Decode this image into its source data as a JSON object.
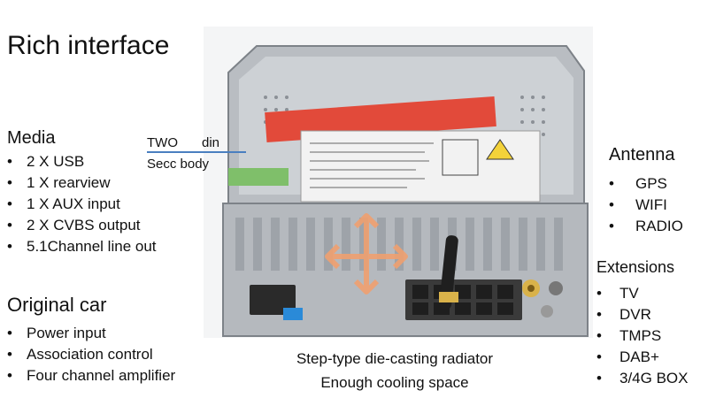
{
  "title": "Rich interface",
  "media": {
    "heading": "Media",
    "items": [
      "2 X USB",
      "1 X rearview",
      "1 X AUX input",
      "2 X CVBS output",
      "5.1Channel line out"
    ]
  },
  "original_car": {
    "heading": "Original car",
    "items": [
      "Power input",
      "Association control",
      "Four channel amplifier"
    ]
  },
  "antenna": {
    "heading": "Antenna",
    "items": [
      "GPS",
      "WIFI",
      "RADIO"
    ]
  },
  "extensions": {
    "heading": "Extensions",
    "items": [
      "TV",
      "DVR",
      "TMPS",
      "DAB+",
      "3/4G BOX"
    ]
  },
  "callout": {
    "line1a": "TWO",
    "line1b": "din",
    "line2": "Secc body"
  },
  "caption": {
    "line1": "Step-type die-casting radiator",
    "line2": "Enough cooling space"
  },
  "colors": {
    "arrow": "#f0a070",
    "callout_line": "#4a7fc0",
    "metal": "#c8ccd0",
    "label_red": "#e24a3a"
  }
}
